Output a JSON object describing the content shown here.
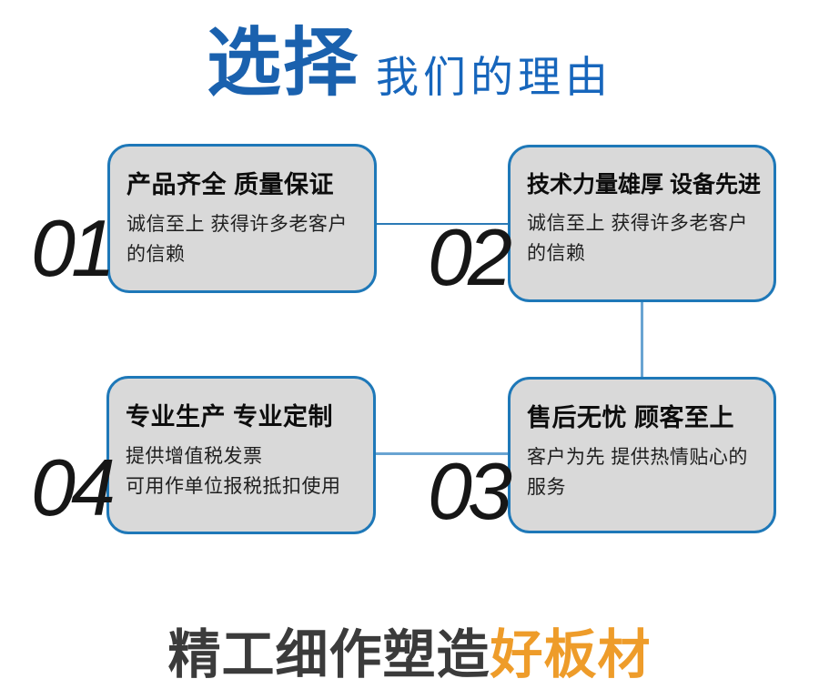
{
  "header": {
    "title_highlight": "选择",
    "title_rest": "我们的理由"
  },
  "cards": [
    {
      "number": "01",
      "title": "产品齐全 质量保证",
      "desc": "诚信至上 获得许多老客户\n的信赖"
    },
    {
      "number": "02",
      "title": "技术力量雄厚 设备先进",
      "desc": "诚信至上 获得许多老客户\n的信赖"
    },
    {
      "number": "03",
      "title": "售后无忧 顾客至上",
      "desc": "客户为先 提供热情贴心的\n服务"
    },
    {
      "number": "04",
      "title": "专业生产 专业定制",
      "desc": "提供增值税发票\n可用作单位报税抵扣使用"
    }
  ],
  "footer": {
    "text_dark": "精工细作塑造",
    "text_highlight": "好板材"
  },
  "colors": {
    "title_blue": "#1A61AE",
    "subtitle_blue": "#1766BC",
    "card_border_blue": "#1E78B8",
    "card_background_gray": "#D9D9D9",
    "connector_dark_blue": "#2B7AB6",
    "connector_light_blue": "#69A4D2",
    "number_black": "#161616",
    "footer_dark_gray": "#3B3B3B",
    "footer_orange": "#EE9C2A"
  }
}
